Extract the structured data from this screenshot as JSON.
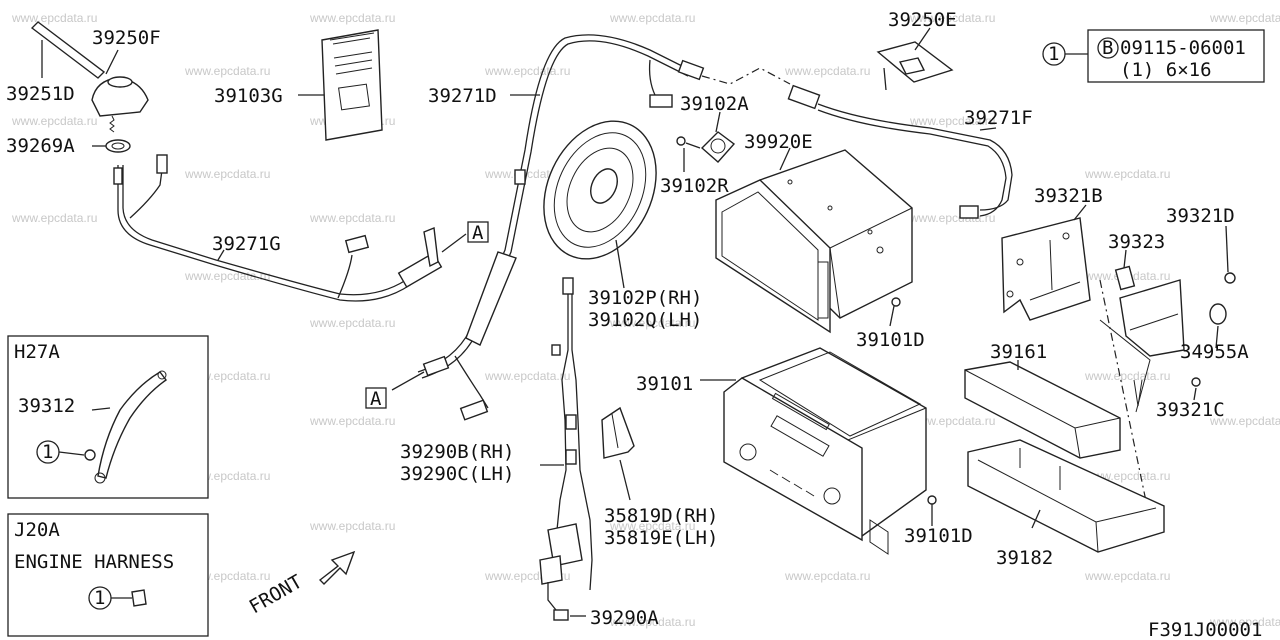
{
  "diagram": {
    "watermark": "www.epcdata.ru",
    "labels": {
      "p39250F": "39250F",
      "p39251D": "39251D",
      "p39269A": "39269A",
      "p39103G": "39103G",
      "p39271D": "39271D",
      "p39250E": "39250E",
      "p39271F": "39271F",
      "p39271G": "39271G",
      "p39102A": "39102A",
      "p39102R": "39102R",
      "p39920E": "39920E",
      "p39321B": "39321B",
      "p39321D": "39321D",
      "p39323": "39323",
      "p34955A": "34955A",
      "p39102P": "39102P(RH)",
      "p39102Q": "39102Q(LH)",
      "p39101D_a": "39101D",
      "p39101D_b": "39101D",
      "p39161": "39161",
      "p39101": "39101",
      "p39321C": "39321C",
      "p39290B": "39290B(RH)",
      "p39290C": "39290C(LH)",
      "p35819D": "35819D(RH)",
      "p35819E": "35819E(LH)",
      "p39182": "39182",
      "p39290A": "39290A",
      "p39312": "39312"
    },
    "ref_a_1": "A",
    "ref_a_2": "A",
    "bolt_callout": {
      "marker": "1",
      "circled": "B",
      "part": "09115-06001",
      "spec": "(1) 6×16"
    },
    "inset_h27a": {
      "title": "H27A",
      "marker": "1"
    },
    "inset_j20a": {
      "title": "J20A",
      "subtitle": "ENGINE HARNESS",
      "marker": "1"
    },
    "front_label": "FRONT",
    "figure_code": "F391J00001"
  }
}
